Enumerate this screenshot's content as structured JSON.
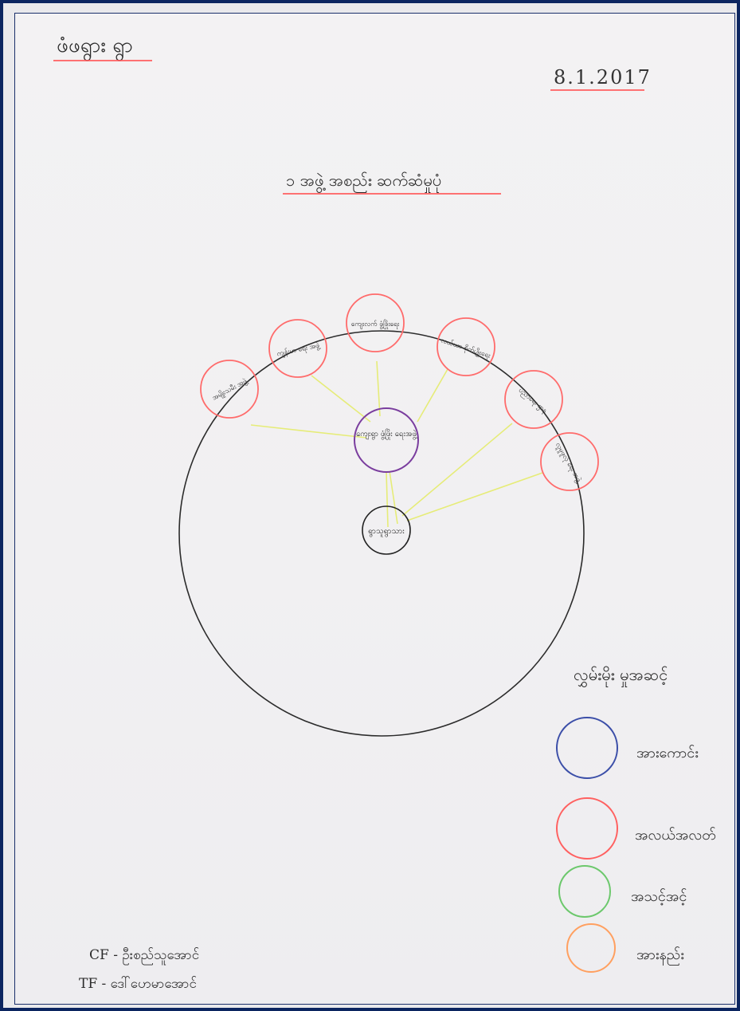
{
  "header": {
    "village": "ဖံဖရွား ရွာ",
    "date": "8.1.2017"
  },
  "title": "၁ အဖွဲ့ အစည်း ဆက်ဆံမှုပုံ",
  "diagram": {
    "center_node": "ရွာသူရွာသား",
    "central_org": "ကျေးရွာ ဖွံ့ဖြိုး ရေးအဖွဲ့",
    "outer_nodes": [
      "အမျိုးသမီး အဖွဲ့",
      "ကျန်းမာ ရေး အဖွဲ့",
      "ကျေးလက် ဖွံ့ဖြိုးရေး",
      "လယ်ယာ စိုက်ပျိုးရေး",
      "ပညာရေး ဌာန",
      "လူမှုဖူလုံ ရေး အဖွဲ့"
    ],
    "colors": {
      "outer": "#ff6b6b",
      "central_org": "#7a3d9e",
      "link": "#e8ee7a",
      "big_circle": "#2b2b2b"
    }
  },
  "legend": {
    "title": "လွှမ်းမိုး မှုအဆင့်",
    "items": [
      {
        "label": "အားကောင်း",
        "color": "#3b4ea8"
      },
      {
        "label": "အလယ်အလတ်",
        "color": "#ff6060"
      },
      {
        "label": "အသင့်အင့်",
        "color": "#6cc86c"
      },
      {
        "label": "အားနည်း",
        "color": "#ffa060"
      }
    ]
  },
  "footer": {
    "cf": "CF - ဦးစည်သူအောင်",
    "tf": "TF - ဒေါ်ဟေမာအောင်"
  }
}
